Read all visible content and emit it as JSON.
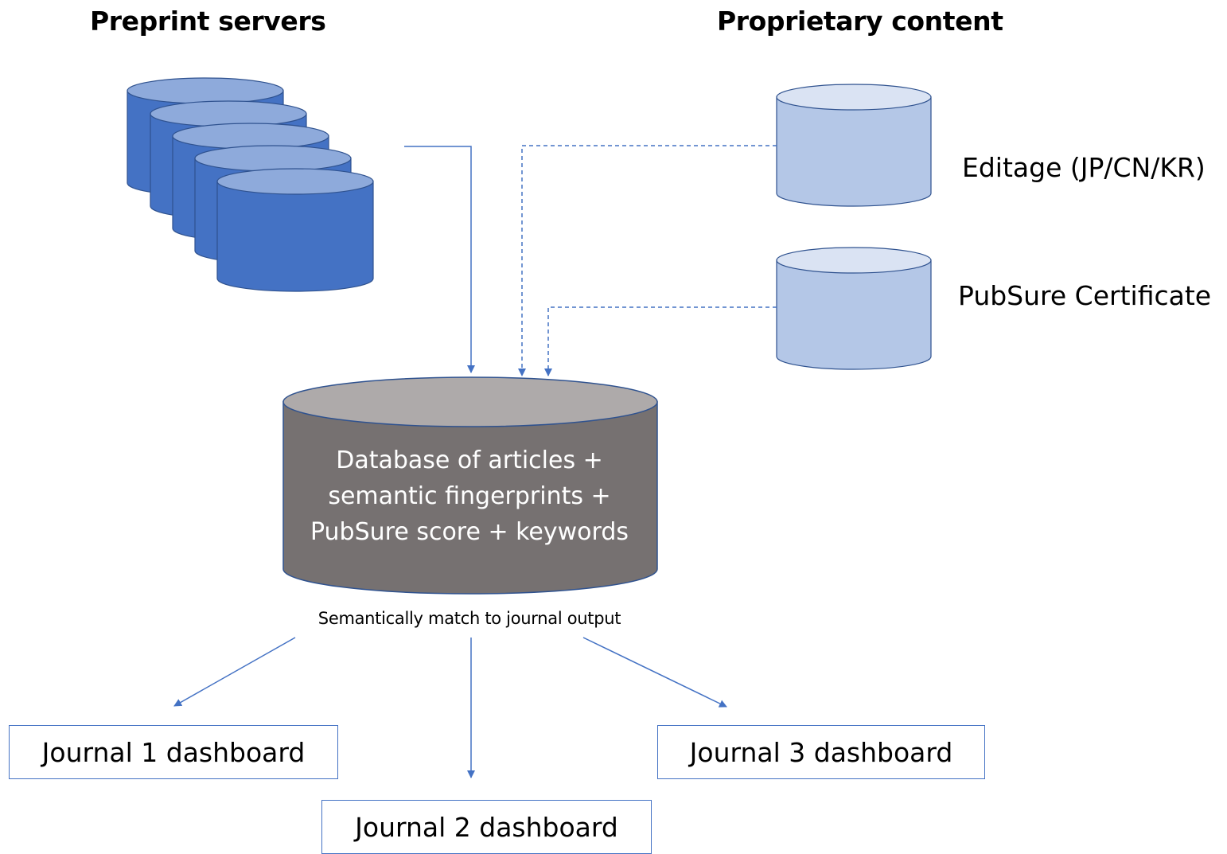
{
  "headings": {
    "preprint": "Preprint servers",
    "proprietary": "Proprietary content"
  },
  "sources": {
    "editage": "Editage (JP/CN/KR)",
    "pubsure": "PubSure Certificate"
  },
  "database": {
    "lines": [
      "Database of articles +",
      "semantic fingerprints +",
      "PubSure score + keywords"
    ]
  },
  "match_label": "Semantically match to journal output",
  "dashboards": {
    "journal1": "Journal 1 dashboard",
    "journal2": "Journal 2 dashboard",
    "journal3": "Journal 3 dashboard"
  },
  "colors": {
    "preprint_fill": "#4472c4",
    "preprint_top": "#8eaadb",
    "proprietary_fill": "#b4c7e7",
    "proprietary_top": "#dae3f3",
    "database_fill": "#767171",
    "database_top": "#aeaaaa",
    "connector": "#4472c4"
  }
}
